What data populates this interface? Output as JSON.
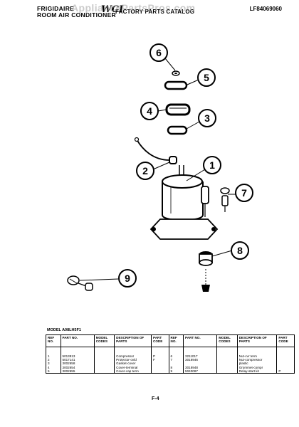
{
  "header": {
    "brand": "FRIGIDAIRE",
    "product": "ROOM AIR CONDITIONER",
    "logo": "WCI",
    "catalog": "FACTORY PARTS CATALOG",
    "doc_number": "LF84069060",
    "watermark": "AppliancePartsPros.com"
  },
  "callouts": [
    "6",
    "5",
    "4",
    "3",
    "2",
    "1",
    "7",
    "8",
    "9"
  ],
  "model": "MODEL A08LH5F1",
  "table": {
    "headers": [
      "REF NO.",
      "PART NO.",
      "MODEL CODES",
      "DESCRIPTION OF PARTS",
      "PART CODE",
      "REF NO.",
      "PART NO.",
      "MODEL CODES",
      "DESCRIPTION OF PARTS",
      "PART CODE"
    ],
    "rows": [
      [
        "1",
        "5013813",
        "",
        "Compressor",
        "P",
        "6",
        "3211017",
        "",
        "Nut-cvr term",
        ""
      ],
      [
        "2",
        "5017141",
        "",
        "Protector-ovld",
        "F",
        "7",
        "3018946",
        "",
        "Nut-compressor",
        ""
      ],
      [
        "3",
        "3002658",
        "",
        "Gasket-cover",
        "",
        "",
        "",
        "",
        "plastic",
        ""
      ],
      [
        "4",
        "3002654",
        "",
        "Cover-terminal",
        "",
        "8",
        "3018948",
        "",
        "Grommet-compr",
        ""
      ],
      [
        "5",
        "3002655",
        "",
        "Cover-cap term",
        "",
        "9",
        "5040087",
        "",
        "Relay-start kit",
        "P"
      ],
      [
        "",
        "",
        "",
        "",
        "",
        "",
        "",
        "",
        "",
        ""
      ],
      [
        "",
        "",
        "",
        "",
        "",
        "",
        "",
        "",
        "",
        ""
      ]
    ]
  },
  "page_number": "F-4"
}
